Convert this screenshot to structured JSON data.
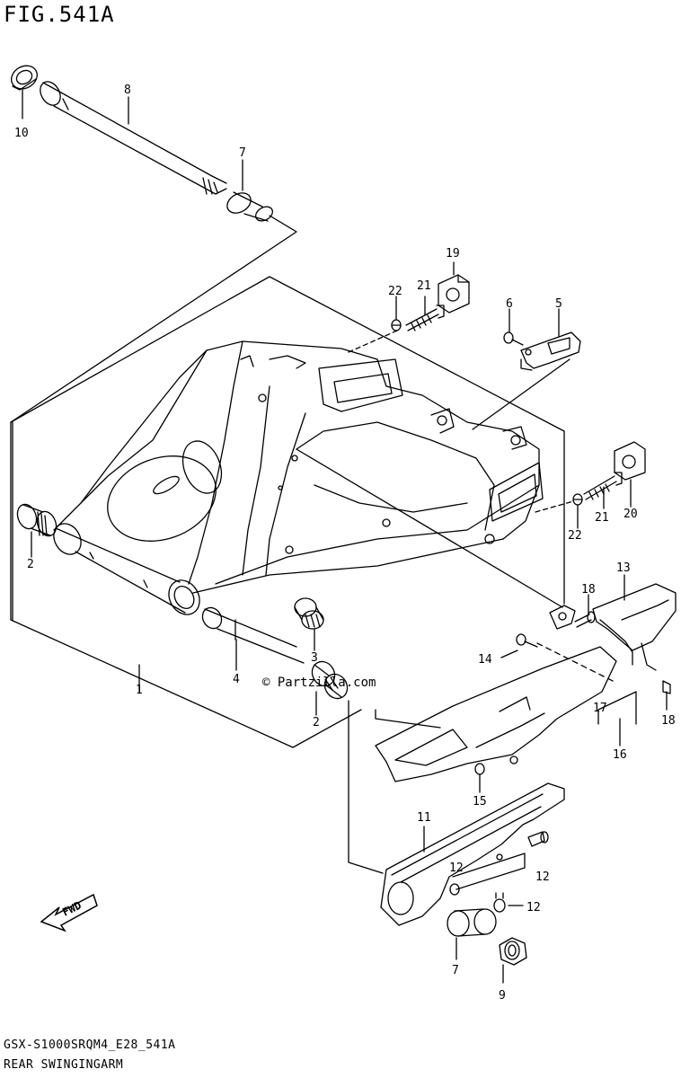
{
  "figure": {
    "title": "FIG.541A"
  },
  "footer": {
    "model_code": "GSX-S1000SRQM4_E28_541A",
    "section_name": "REAR SWINGINGARM"
  },
  "watermark": "© Partzilla.com",
  "direction_badge": "FWD",
  "callouts": [
    {
      "id": "c10",
      "label": "10"
    },
    {
      "id": "c8",
      "label": "8"
    },
    {
      "id": "c7a",
      "label": "7"
    },
    {
      "id": "c19",
      "label": "19"
    },
    {
      "id": "c22a",
      "label": "22"
    },
    {
      "id": "c21a",
      "label": "21"
    },
    {
      "id": "c6",
      "label": "6"
    },
    {
      "id": "c5",
      "label": "5"
    },
    {
      "id": "c2a",
      "label": "2"
    },
    {
      "id": "c3",
      "label": "3"
    },
    {
      "id": "c4",
      "label": "4"
    },
    {
      "id": "c2b",
      "label": "2"
    },
    {
      "id": "c1",
      "label": "1"
    },
    {
      "id": "c22b",
      "label": "22"
    },
    {
      "id": "c21b",
      "label": "21"
    },
    {
      "id": "c20",
      "label": "20"
    },
    {
      "id": "c13",
      "label": "13"
    },
    {
      "id": "c18a",
      "label": "18"
    },
    {
      "id": "c14",
      "label": "14"
    },
    {
      "id": "c18b",
      "label": "18"
    },
    {
      "id": "c17",
      "label": "17"
    },
    {
      "id": "c16",
      "label": "16"
    },
    {
      "id": "c15",
      "label": "15"
    },
    {
      "id": "c11",
      "label": "11"
    },
    {
      "id": "c12a",
      "label": "12"
    },
    {
      "id": "c12b",
      "label": "12"
    },
    {
      "id": "c12c",
      "label": "12"
    },
    {
      "id": "c7b",
      "label": "7"
    },
    {
      "id": "c9",
      "label": "9"
    }
  ]
}
